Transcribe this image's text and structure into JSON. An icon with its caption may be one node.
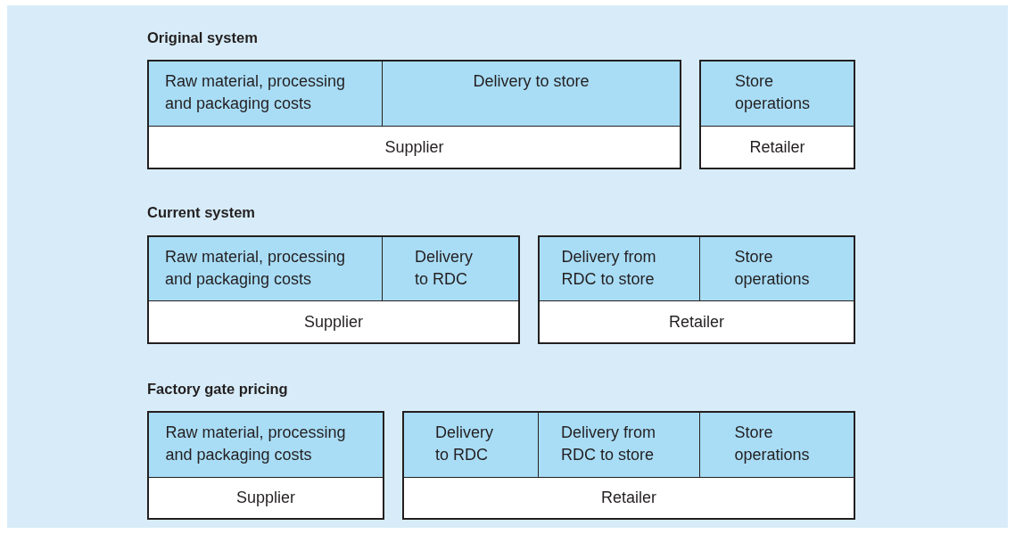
{
  "diagram": {
    "nodes": [
      {
        "text": [],
        "shape": "box"
      },
      {
        "text": [
          "Raw material, processing and packaging costs"
        ],
        "in": 0
      },
      {
        "text": [
          "Delivery to store"
        ],
        "in": 0
      },
      {
        "text": [
          "Supplier"
        ],
        "in": 0
      },
      {
        "text": [],
        "shape": "box"
      },
      {
        "text": [
          "Store operations"
        ],
        "in": 4
      },
      {
        "text": [
          "Retailer"
        ],
        "in": 4
      },
      {
        "text": [],
        "shape": "box"
      },
      {
        "text": [
          "Raw material, processing and packaging costs"
        ],
        "in": 7
      },
      {
        "text": [
          "Delivery to RDC"
        ],
        "in": 7
      },
      {
        "text": [
          "Supplier"
        ],
        "in": 7
      },
      {
        "text": [],
        "shape": "box"
      },
      {
        "text": [
          "Delivery from RDC to store"
        ],
        "in": 11
      },
      {
        "text": [
          "Store operations"
        ],
        "in": 11
      },
      {
        "text": [
          "Retailer"
        ],
        "in": 11
      },
      {
        "text": [],
        "shape": "box"
      },
      {
        "text": [
          "Raw material, processing and packaging costs"
        ],
        "in": 15
      },
      {
        "text": [
          "Supplier"
        ],
        "in": 15
      },
      {
        "text": [],
        "shape": "box"
      },
      {
        "text": [
          "Delivery to RDC"
        ],
        "in": 18
      },
      {
        "text": [
          "Delivery from RDC to store"
        ],
        "in": 18
      },
      {
        "text": [
          "Store operations"
        ],
        "in": 18
      },
      {
        "text": [
          "Retailer"
        ],
        "in": 18
      }
    ],
    "edges": [],
    "labels": [
      "Original system",
      "Current system",
      "Factory gate pricing"
    ]
  }
}
